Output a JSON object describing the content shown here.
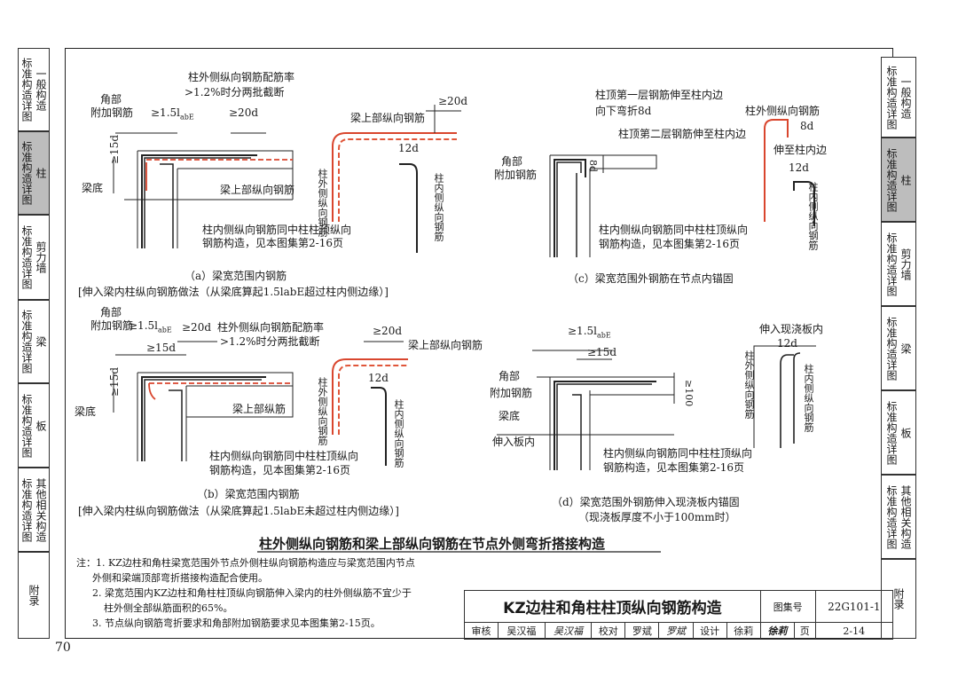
{
  "left_tabs": [
    {
      "a": "标准构造详图",
      "b": "一般构造"
    },
    {
      "a": "标准构造详图",
      "b": "柱",
      "active": true
    },
    {
      "a": "标准构造详图",
      "b": "剪力墙"
    },
    {
      "a": "标准构造详图",
      "b": "梁"
    },
    {
      "a": "标准构造详图",
      "b": "板"
    },
    {
      "a": "标准构造详图",
      "b": "其他相关构造"
    },
    {
      "a": "附录",
      "b": ""
    }
  ],
  "right_tabs": [
    {
      "a": "标准构造详图",
      "b": "一般构造"
    },
    {
      "a": "标准构造详图",
      "b": "柱",
      "active": true
    },
    {
      "a": "标准构造详图",
      "b": "剪力墙"
    },
    {
      "a": "标准构造详图",
      "b": "梁"
    },
    {
      "a": "标准构造详图",
      "b": "板"
    },
    {
      "a": "标准构造详图",
      "b": "其他相关构造"
    },
    {
      "a": "附录",
      "b": ""
    }
  ],
  "diagram_a": {
    "corner": "角部",
    "corner2": "附加钢筋",
    "dim1": "≥1.5l",
    "dim1sub": "abE",
    "dim2": "≥20d",
    "note1": "柱外侧纵向钢筋配筋率",
    "note2": ">1.2%时分两批截断",
    "beam_top": "梁上部纵向钢筋",
    "beam_bottom": "梁底",
    "dim15d": "≥15d",
    "inner1": "柱内侧纵向钢筋同中柱柱顶纵向",
    "inner2": "钢筋构造，见本图集第2-16页",
    "r_top": "梁上部纵向钢筋",
    "r_d20": "≥20d",
    "r_12d": "12d",
    "r_outer": "柱外侧纵向钢筋",
    "r_inner": "柱内侧纵向钢筋",
    "caption": "（a）梁宽范围内钢筋",
    "caption2": "[伸入梁内柱纵向钢筋做法（从梁底算起1.5labE超过柱内侧边缘）]"
  },
  "diagram_b": {
    "corner": "角部",
    "corner2": "附加钢筋",
    "dim1": "≥1.5l",
    "dim1sub": "abE",
    "dim2": "≥20d",
    "dim15d": "≥15d",
    "note1": "柱外侧纵向钢筋配筋率",
    "note2": ">1.2%时分两批截断",
    "beam_top": "梁上部纵筋",
    "beam_bottom": "梁底",
    "dim15d_v": "≥15d",
    "inner1": "柱内侧纵向钢筋同中柱柱顶纵向",
    "inner2": "钢筋构造，见本图集第2-16页",
    "r_top": "梁上部纵向钢筋",
    "r_d20": "≥20d",
    "r_12d": "12d",
    "r_outer": "柱外侧纵向钢筋",
    "r_inner": "柱内侧纵向钢筋",
    "caption": "（b）梁宽范围内钢筋",
    "caption2": "[伸入梁内柱纵向钢筋做法（从梁底算起1.5labE未超过柱内侧边缘）]"
  },
  "diagram_c": {
    "note1": "柱顶第一层钢筋伸至柱内边",
    "note2": "向下弯折8d",
    "note3": "柱顶第二层钢筋伸至柱内边",
    "corner": "角部",
    "corner2": "附加钢筋",
    "dim8d": "8d",
    "inner1": "柱内侧纵向钢筋同中柱柱顶纵向",
    "inner2": "钢筋构造，见本图集第2-16页",
    "r_outer_top": "柱外侧纵向钢筋",
    "r_8d": "8d",
    "r_in": "伸至柱内边",
    "r_12d": "12d",
    "r_inner": "柱内侧纵向钢筋",
    "caption": "（c）梁宽范围外钢筋在节点内锚固"
  },
  "diagram_d": {
    "dim1": "≥1.5l",
    "dim1sub": "abE",
    "dim15d": "≥15d",
    "corner": "角部",
    "corner2": "附加钢筋",
    "beam_bottom": "梁底",
    "slab": "伸入板内",
    "dim100": "≥100",
    "inner1": "柱内侧纵向钢筋同中柱柱顶纵向",
    "inner2": "钢筋构造，见本图集第2-16页",
    "r_top": "伸入现浇板内",
    "r_12d": "12d",
    "r_outer": "柱外侧纵向钢筋",
    "r_inner": "柱内侧纵向钢筋",
    "caption": "（d）梁宽范围外钢筋伸入现浇板内锚固",
    "caption2": "（现浇板厚度不小于100mm时）"
  },
  "main_title": "柱外侧纵向钢筋和梁上部纵向钢筋在节点外侧弯折搭接构造",
  "notes": [
    "注：1. KZ边柱和角柱梁宽范围外节点外侧柱纵向钢筋构造应与梁宽范围内节点",
    "外侧和梁端顶部弯折搭接构造配合使用。",
    "2. 梁宽范围内KZ边柱和角柱柱顶纵向钢筋伸入梁内的柱外侧纵筋不宜少于",
    "柱外侧全部纵筋面积的65%。",
    "3. 节点纵向钢筋弯折要求和角部附加钢筋要求见本图集第2-15页。"
  ],
  "title_block": {
    "title": "KZ边柱和角柱柱顶纵向钢筋构造",
    "atlas_label": "图集号",
    "atlas_no": "22G101-1",
    "review": "审核",
    "reviewer": "吴汉福",
    "reviewer_sig": "吴汉福",
    "check": "校对",
    "checker": "罗斌",
    "checker_sig": "罗斌",
    "design": "设计",
    "designer": "徐莉",
    "designer_sig": "徐莉",
    "page_label": "页",
    "page_no": "2-14"
  },
  "page_number": "70",
  "colors": {
    "rebar_red": "#d9462e",
    "dash_red": "#e0563a",
    "line": "#222222",
    "tab_active": "#bdbdbd"
  }
}
